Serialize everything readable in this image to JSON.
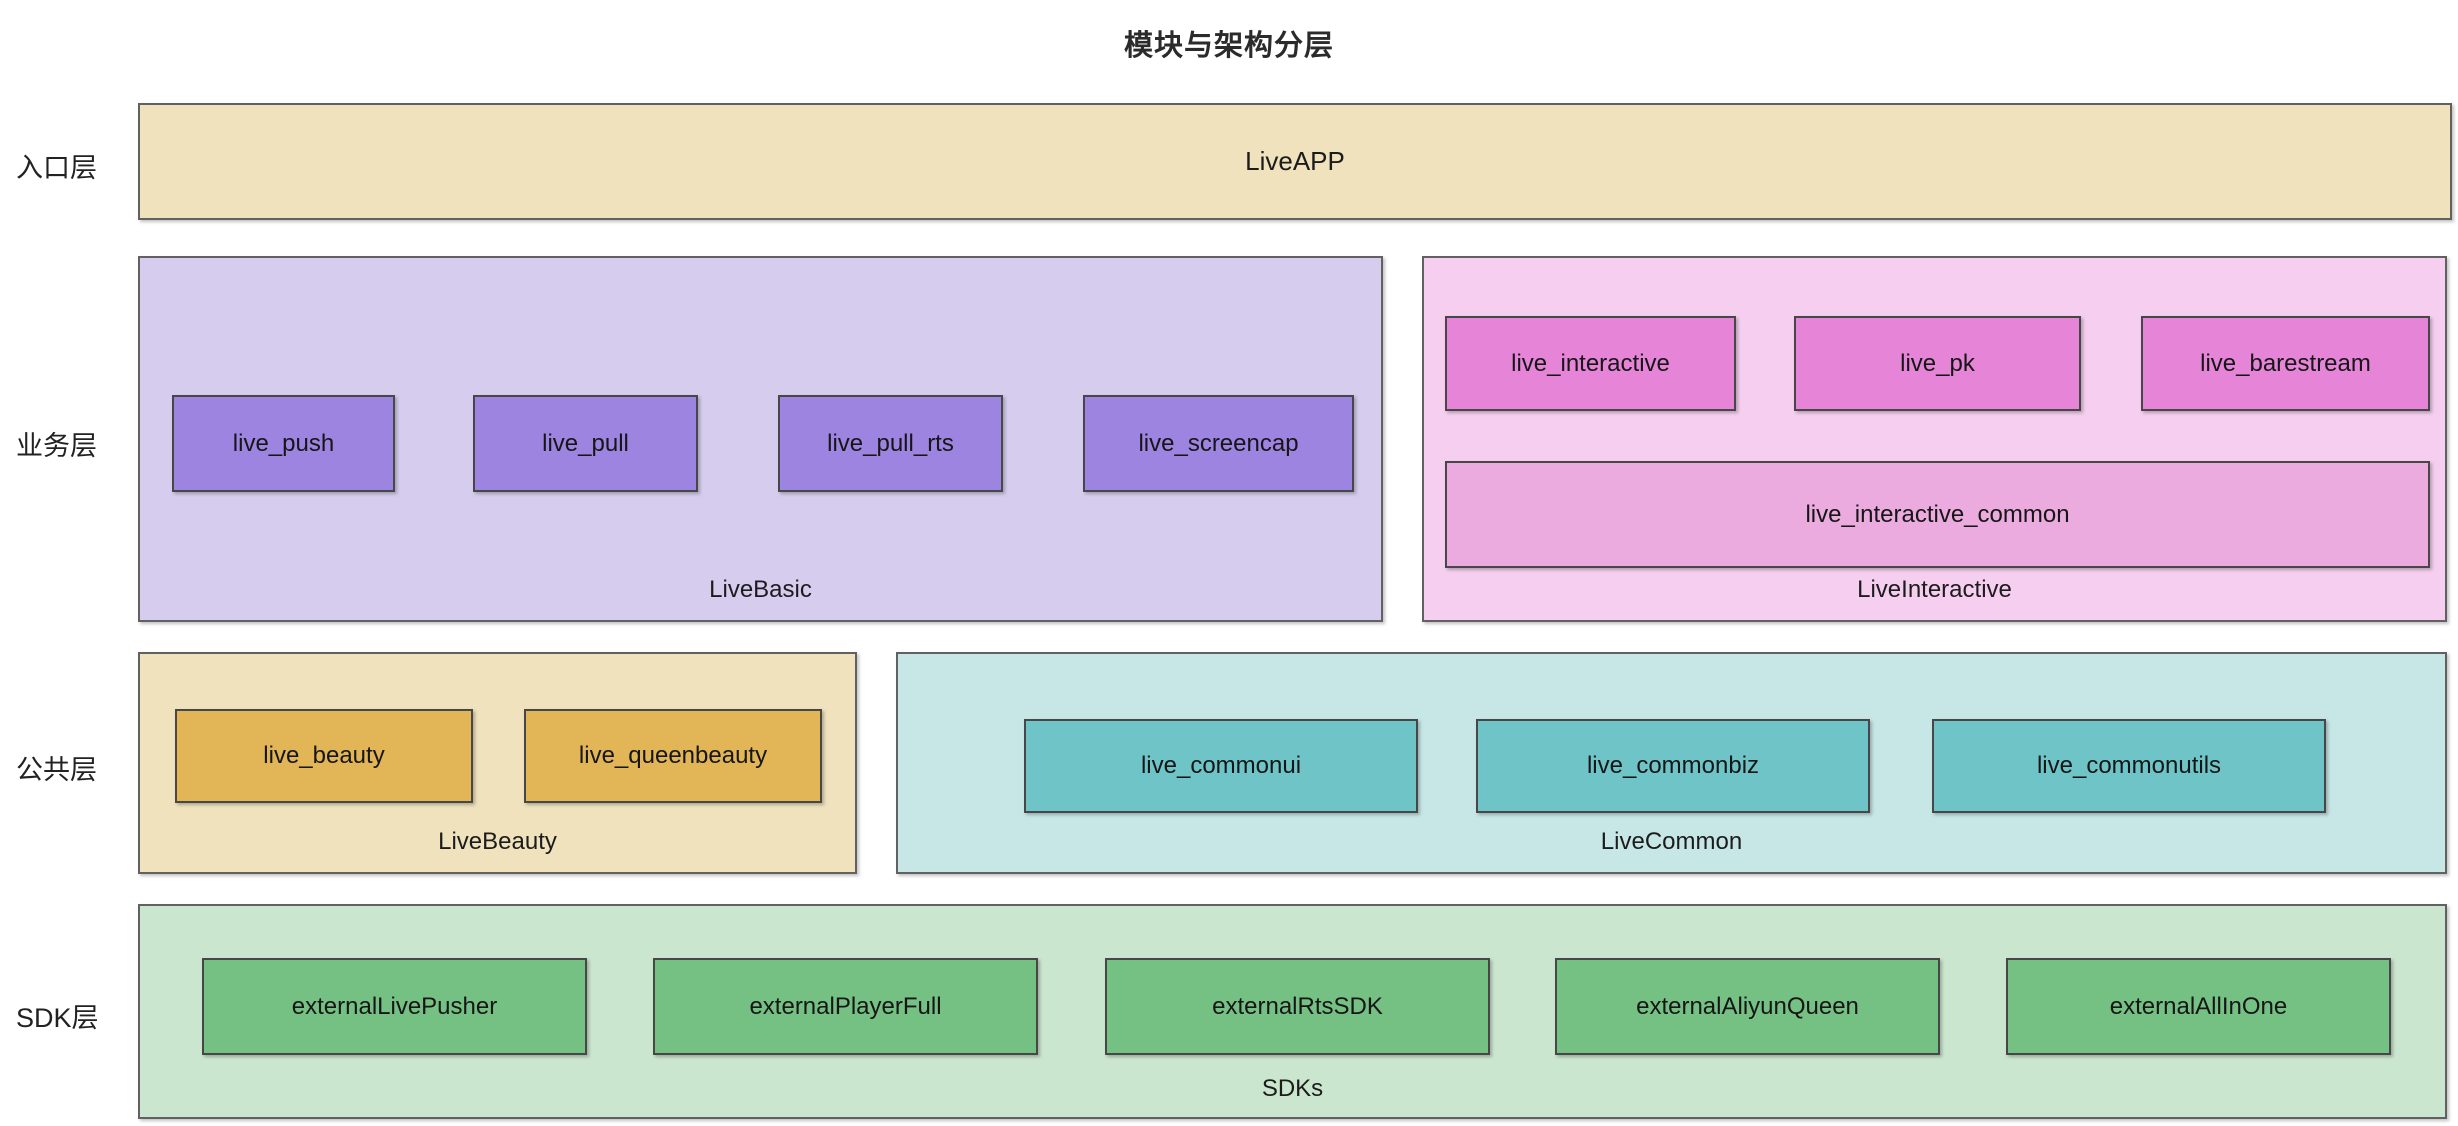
{
  "title": "模块与架构分层",
  "layer_labels": [
    "入口层",
    "业务层",
    "公共层",
    "SDK层"
  ],
  "containers": {
    "liveapp": {
      "label": "LiveAPP"
    },
    "livebasic": {
      "label": "LiveBasic",
      "modules": [
        "live_push",
        "live_pull",
        "live_pull_rts",
        "live_screencap"
      ]
    },
    "liveinteractive": {
      "label": "LiveInteractive",
      "modules": [
        "live_interactive",
        "live_pk",
        "live_barestream"
      ],
      "wide_module": "live_interactive_common"
    },
    "livebeauty": {
      "label": "LiveBeauty",
      "modules": [
        "live_beauty",
        "live_queenbeauty"
      ]
    },
    "livecommon": {
      "label": "LiveCommon",
      "modules": [
        "live_commonui",
        "live_commonbiz",
        "live_commonutils"
      ]
    },
    "sdks": {
      "label": "SDKs",
      "modules": [
        "externalLivePusher",
        "externalPlayerFull",
        "externalRtsSDK",
        "externalAliyunQueen",
        "externalAllInOne"
      ]
    }
  },
  "colors": {
    "entry_fill": "#efe2bd",
    "beauty_module_fill": "#e2b557",
    "basic_fill": "#d6ccee",
    "basic_module_fill": "#9c84e0",
    "interactive_fill": "#f6cef0",
    "interactive_module_fill": "#e685d8",
    "interactive_common_fill": "#ebabdf",
    "common_fill": "#c7e7e7",
    "common_module_fill": "#6ec4c7",
    "sdk_fill": "#cbe6cf",
    "sdk_module_fill": "#75c083",
    "container_stroke": "#616161",
    "module_stroke": "#474747",
    "text": "#1c1c1c"
  }
}
